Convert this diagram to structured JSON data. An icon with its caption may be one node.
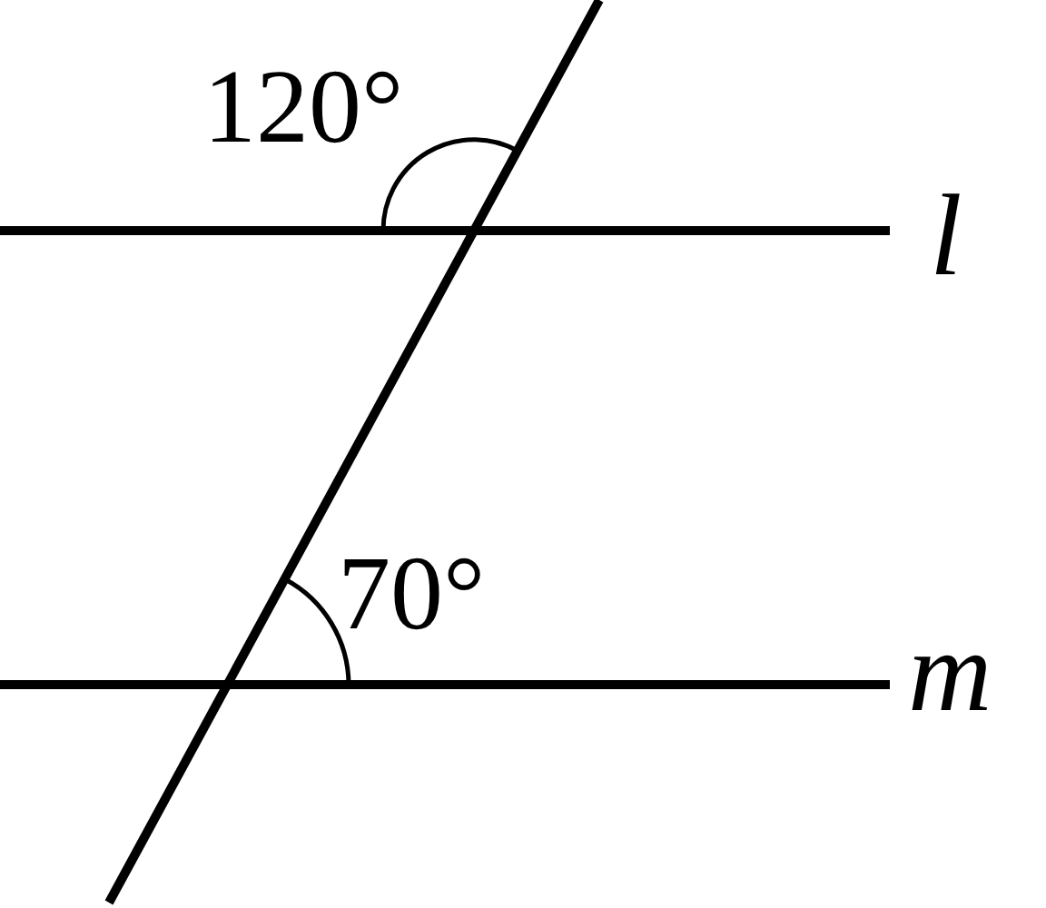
{
  "diagram": {
    "labels": [
      "120°",
      "70°",
      "l",
      "m"
    ]
  }
}
